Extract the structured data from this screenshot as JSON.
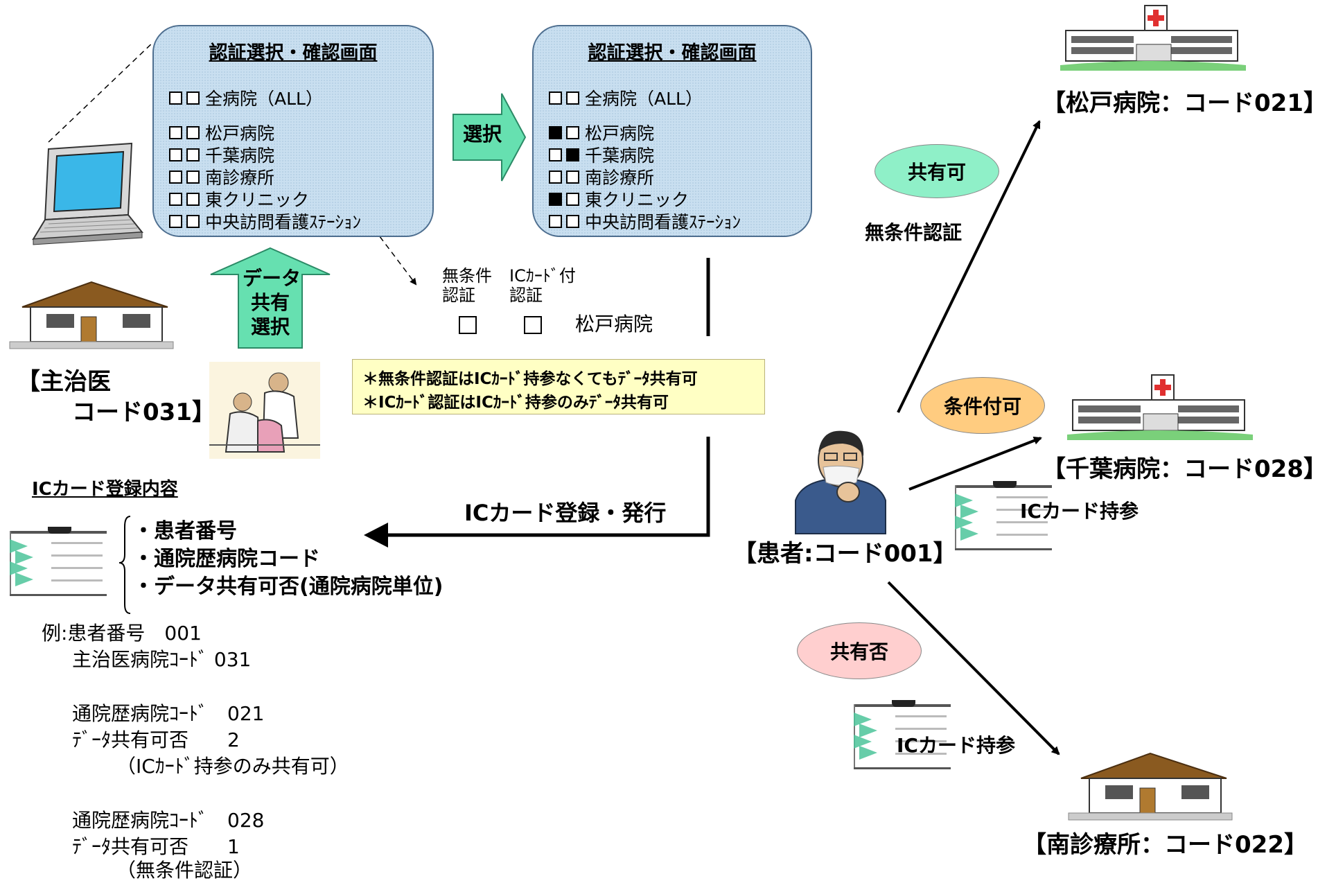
{
  "panels": {
    "left": {
      "title": "認証選択・確認画面",
      "items": [
        {
          "label": "全病院（ALL）",
          "boxes": [
            false,
            false
          ]
        },
        {
          "label": "松戸病院",
          "boxes": [
            false,
            false
          ]
        },
        {
          "label": "千葉病院",
          "boxes": [
            false,
            false
          ]
        },
        {
          "label": "南診療所",
          "boxes": [
            false,
            false
          ]
        },
        {
          "label": "東クリニック",
          "boxes": [
            false,
            false
          ]
        },
        {
          "label": "中央訪問看護ｽﾃｰｼｮﾝ",
          "boxes": [
            false,
            false
          ]
        }
      ]
    },
    "right": {
      "title": "認証選択・確認画面",
      "items": [
        {
          "label": "全病院（ALL）",
          "boxes": [
            false,
            false
          ]
        },
        {
          "label": "松戸病院",
          "boxes": [
            true,
            false
          ]
        },
        {
          "label": "千葉病院",
          "boxes": [
            false,
            true
          ]
        },
        {
          "label": "南診療所",
          "boxes": [
            false,
            false
          ]
        },
        {
          "label": "東クリニック",
          "boxes": [
            true,
            false
          ]
        },
        {
          "label": "中央訪問看護ｽﾃｰｼｮﾝ",
          "boxes": [
            false,
            false
          ]
        }
      ]
    }
  },
  "select_arrow_label": "選択",
  "data_share_arrow": [
    "データ",
    "共有",
    "選択"
  ],
  "legend_detail": {
    "col1": [
      "無条件",
      "認証"
    ],
    "col2": [
      "ICｶｰﾄﾞ付",
      "認証"
    ],
    "hospital": "松戸病院"
  },
  "note_lines": [
    "＊無条件認証はICｶｰﾄﾞ持参なくてもﾃﾞｰﾀ共有可",
    "＊ICｶｰﾄﾞ認証はICｶｰﾄﾞ持参のみﾃﾞｰﾀ共有可"
  ],
  "doctor_label": [
    "【主治医",
    "コード031】"
  ],
  "ic_card_registration": {
    "heading": "ICカード登録内容",
    "items": [
      "・患者番号",
      "・通院歴病院コード",
      "・データ共有可否(通院病院単位)"
    ]
  },
  "register_issue_label": "ICカード登録・発行",
  "example_lines": [
    "例:患者番号　001",
    "主治医病院ｺｰﾄﾞ 031",
    "通院歴病院ｺｰﾄﾞ　021",
    "ﾃﾞｰﾀ共有可否　　2",
    "（ICｶｰﾄﾞ持参のみ共有可）",
    "通院歴病院ｺｰﾄﾞ　028",
    "ﾃﾞｰﾀ共有可否　　1",
    "（無条件認証）"
  ],
  "patient_label": "【患者:コード001】",
  "hospitals": {
    "matsudo": "【松戸病院：コード021】",
    "chiba": "【千葉病院：コード028】",
    "minami": "【南診療所：コード022】"
  },
  "ellipses": {
    "share_ok": "共有可",
    "conditional_ok": "条件付可",
    "share_ng": "共有否"
  },
  "unconditional_auth": "無条件認証",
  "ic_card_bring_1": "ICカード持参",
  "ic_card_bring_2": "ICカード持参",
  "colors": {
    "panel": "#c9dff0",
    "arrow_green": "#66e0b0",
    "ellipse_green": "#8ff0c8",
    "ellipse_orange": "#ffcc80",
    "ellipse_pink": "#ffcfcf",
    "note_yellow": "#ffffc4"
  }
}
